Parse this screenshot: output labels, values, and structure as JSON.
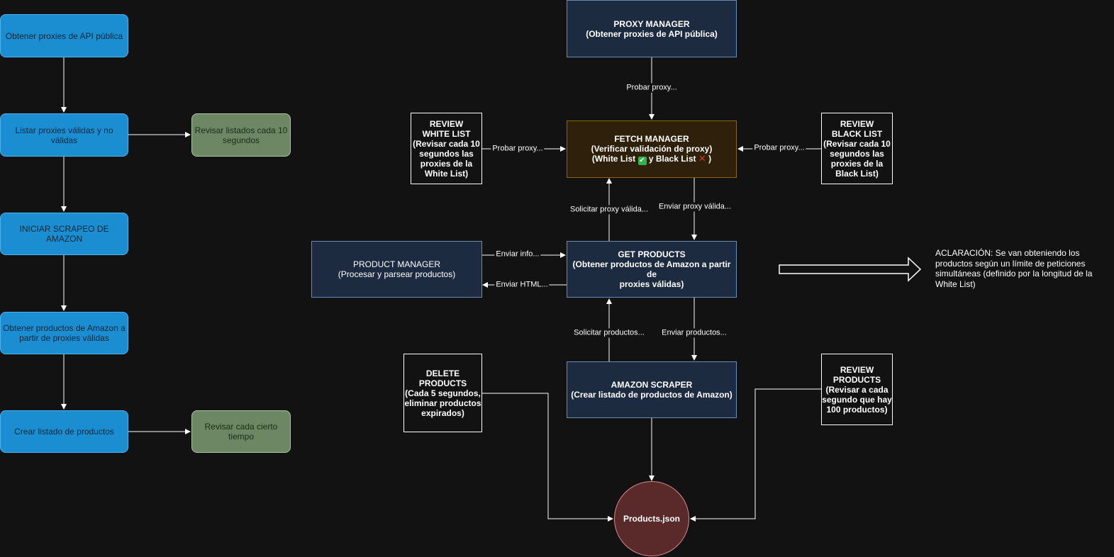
{
  "flow_left": {
    "step_1": "Obtener proxies de API pública",
    "step_2": "Listar proxies válidas y no válidas",
    "step_2_side": "Revisar listados cada 10 segundos",
    "step_3": "INICIAR SCRAPEO DE AMAZON",
    "step_4": "Obtener productos de Amazon a partir de proxies válidas",
    "step_5": "Crear listado de productos",
    "step_5_side": "Revisar cada cierto tiempo"
  },
  "proxy_manager": {
    "title": "PROXY MANAGER",
    "subtitle": "(Obtener proxies de API pública)"
  },
  "fetch_manager": {
    "title": "FETCH MANAGER",
    "line_2": "(Verificar validación de proxy)",
    "white_list": "(White List",
    "check_icon": "✔",
    "and_black_list": "y Black List",
    "cross_icon": "✕",
    "close_paren": ")"
  },
  "review_white_list": {
    "line_1": "REVIEW",
    "line_2": "WHITE LIST",
    "line_3": "(Revisar cada 10",
    "line_4": "segundos las",
    "line_5": "proxies de la",
    "line_6": "White List)"
  },
  "review_black_list": {
    "line_1": "REVIEW",
    "line_2": "BLACK LIST",
    "line_3": "(Revisar cada 10",
    "line_4": "segundos las",
    "line_5": "proxies de la",
    "line_6": "Black List)"
  },
  "product_manager": {
    "title": "PRODUCT MANAGER",
    "subtitle": "(Procesar y parsear productos)"
  },
  "get_products": {
    "title": "GET PRODUCTS",
    "line_2": "(Obtener productos de Amazon a partir de",
    "line_3": "proxies válidas)"
  },
  "amazon_scraper": {
    "title": "AMAZON SCRAPER",
    "subtitle": "(Crear listado de productos de Amazon)"
  },
  "delete_products": {
    "line_1": "DELETE",
    "line_2": "PRODUCTS",
    "line_3": "(Cada 5 segundos,",
    "line_4": "eliminar productos",
    "line_5": "expirados)"
  },
  "review_products": {
    "line_1": "REVIEW",
    "line_2": "PRODUCTS",
    "line_3": "(Revisar a cada",
    "line_4": "segundo que hay",
    "line_5": "100 productos)"
  },
  "products_json": "Products.json",
  "edge_labels": {
    "probar_proxy_top": "Probar proxy...",
    "probar_proxy_left": "Probar proxy...",
    "probar_proxy_right": "Probar proxy...",
    "solicitar_proxy": "Solicitar proxy válida...",
    "enviar_proxy": "Enviar proxy válida...",
    "enviar_info": "Enviar info...",
    "enviar_html": "Enviar HTML...",
    "solicitar_productos": "Solicitar productos...",
    "enviar_productos": "Enviar productos..."
  },
  "note": {
    "line_1": "ACLARACIÓN: Se van obteniendo los",
    "line_2": "productos según un límite de peticiones",
    "line_3": "simultáneas (definido por la longitud de la",
    "line_4": "White List)"
  },
  "colors": {
    "background": "#121212",
    "blue_box": "#1b8ed1",
    "green_box": "#6d8764",
    "navy_box": "#1d2b40",
    "fetch_box": "#2e200a",
    "products_circle": "#5a2a2a",
    "lines": "#ffffff"
  }
}
